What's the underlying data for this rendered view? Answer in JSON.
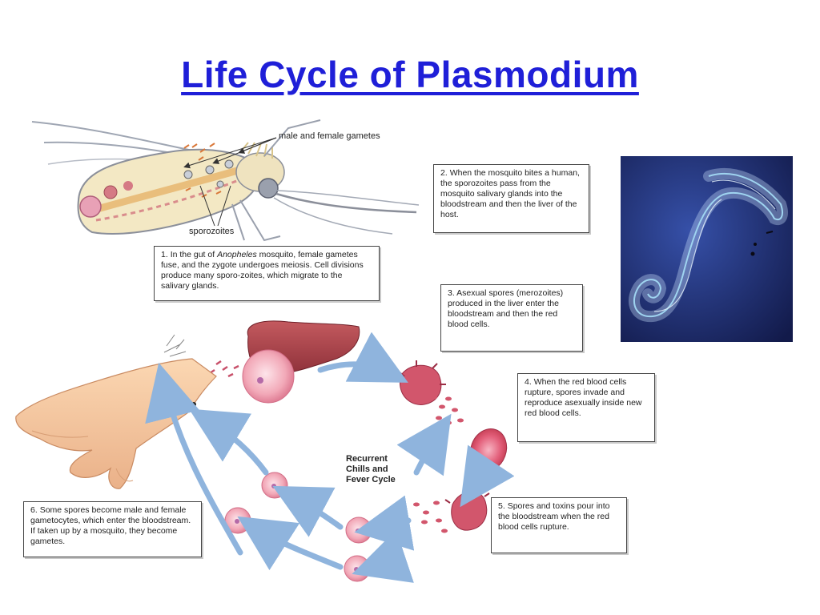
{
  "title": "Life Cycle of Plasmodium",
  "labels": {
    "gametes": "male and female gametes",
    "sporozoites": "sporozoites",
    "cycle": [
      "Recurrent",
      "Chills and",
      "Fever Cycle"
    ]
  },
  "notes": {
    "step1": {
      "num": "1.",
      "pre": "In the gut of",
      "italic": "Anopheles",
      "post": "mosquito, female gametes fuse, and the zygote undergoes meiosis. Cell divisions produce many sporo-zoites, which migrate to the salivary glands."
    },
    "step2": {
      "num": "2.",
      "text": "When the mosquito bites a human, the sporozoites pass from the mosquito salivary glands into the bloodstream and then the liver of the host."
    },
    "step3": {
      "num": "3.",
      "text": "Asexual spores (merozoites) produced in the liver enter the bloodstream and then the red blood cells."
    },
    "step4": {
      "num": "4.",
      "text": "When the red blood cells rupture, spores invade and reproduce asexually inside new red blood cells."
    },
    "step5": {
      "num": "5.",
      "text": "Spores and toxins pour into the bloodstream when the red blood cells rupture."
    },
    "step6": {
      "num": "6.",
      "text": "Some spores become male and female gametocytes, which enter the bloodstream. If taken up by a mosquito, they become gametes."
    }
  },
  "icons": [
    "mosquito-illustration",
    "liver-illustration",
    "hand-illustration",
    "red-blood-cell",
    "ruptured-cell",
    "cycle-arrow",
    "micrograph-worm"
  ],
  "colors": {
    "title": "#1f1fd8",
    "arrow": "#8fb4dd",
    "cell": "#f2a9b8",
    "cell_nucleus": "#b56aa8",
    "liver": "#a8434a",
    "ruptured_cell": "#d2566c",
    "mosquito_body": "#f3e8c4",
    "photo_bg": "#1d2a6a"
  }
}
